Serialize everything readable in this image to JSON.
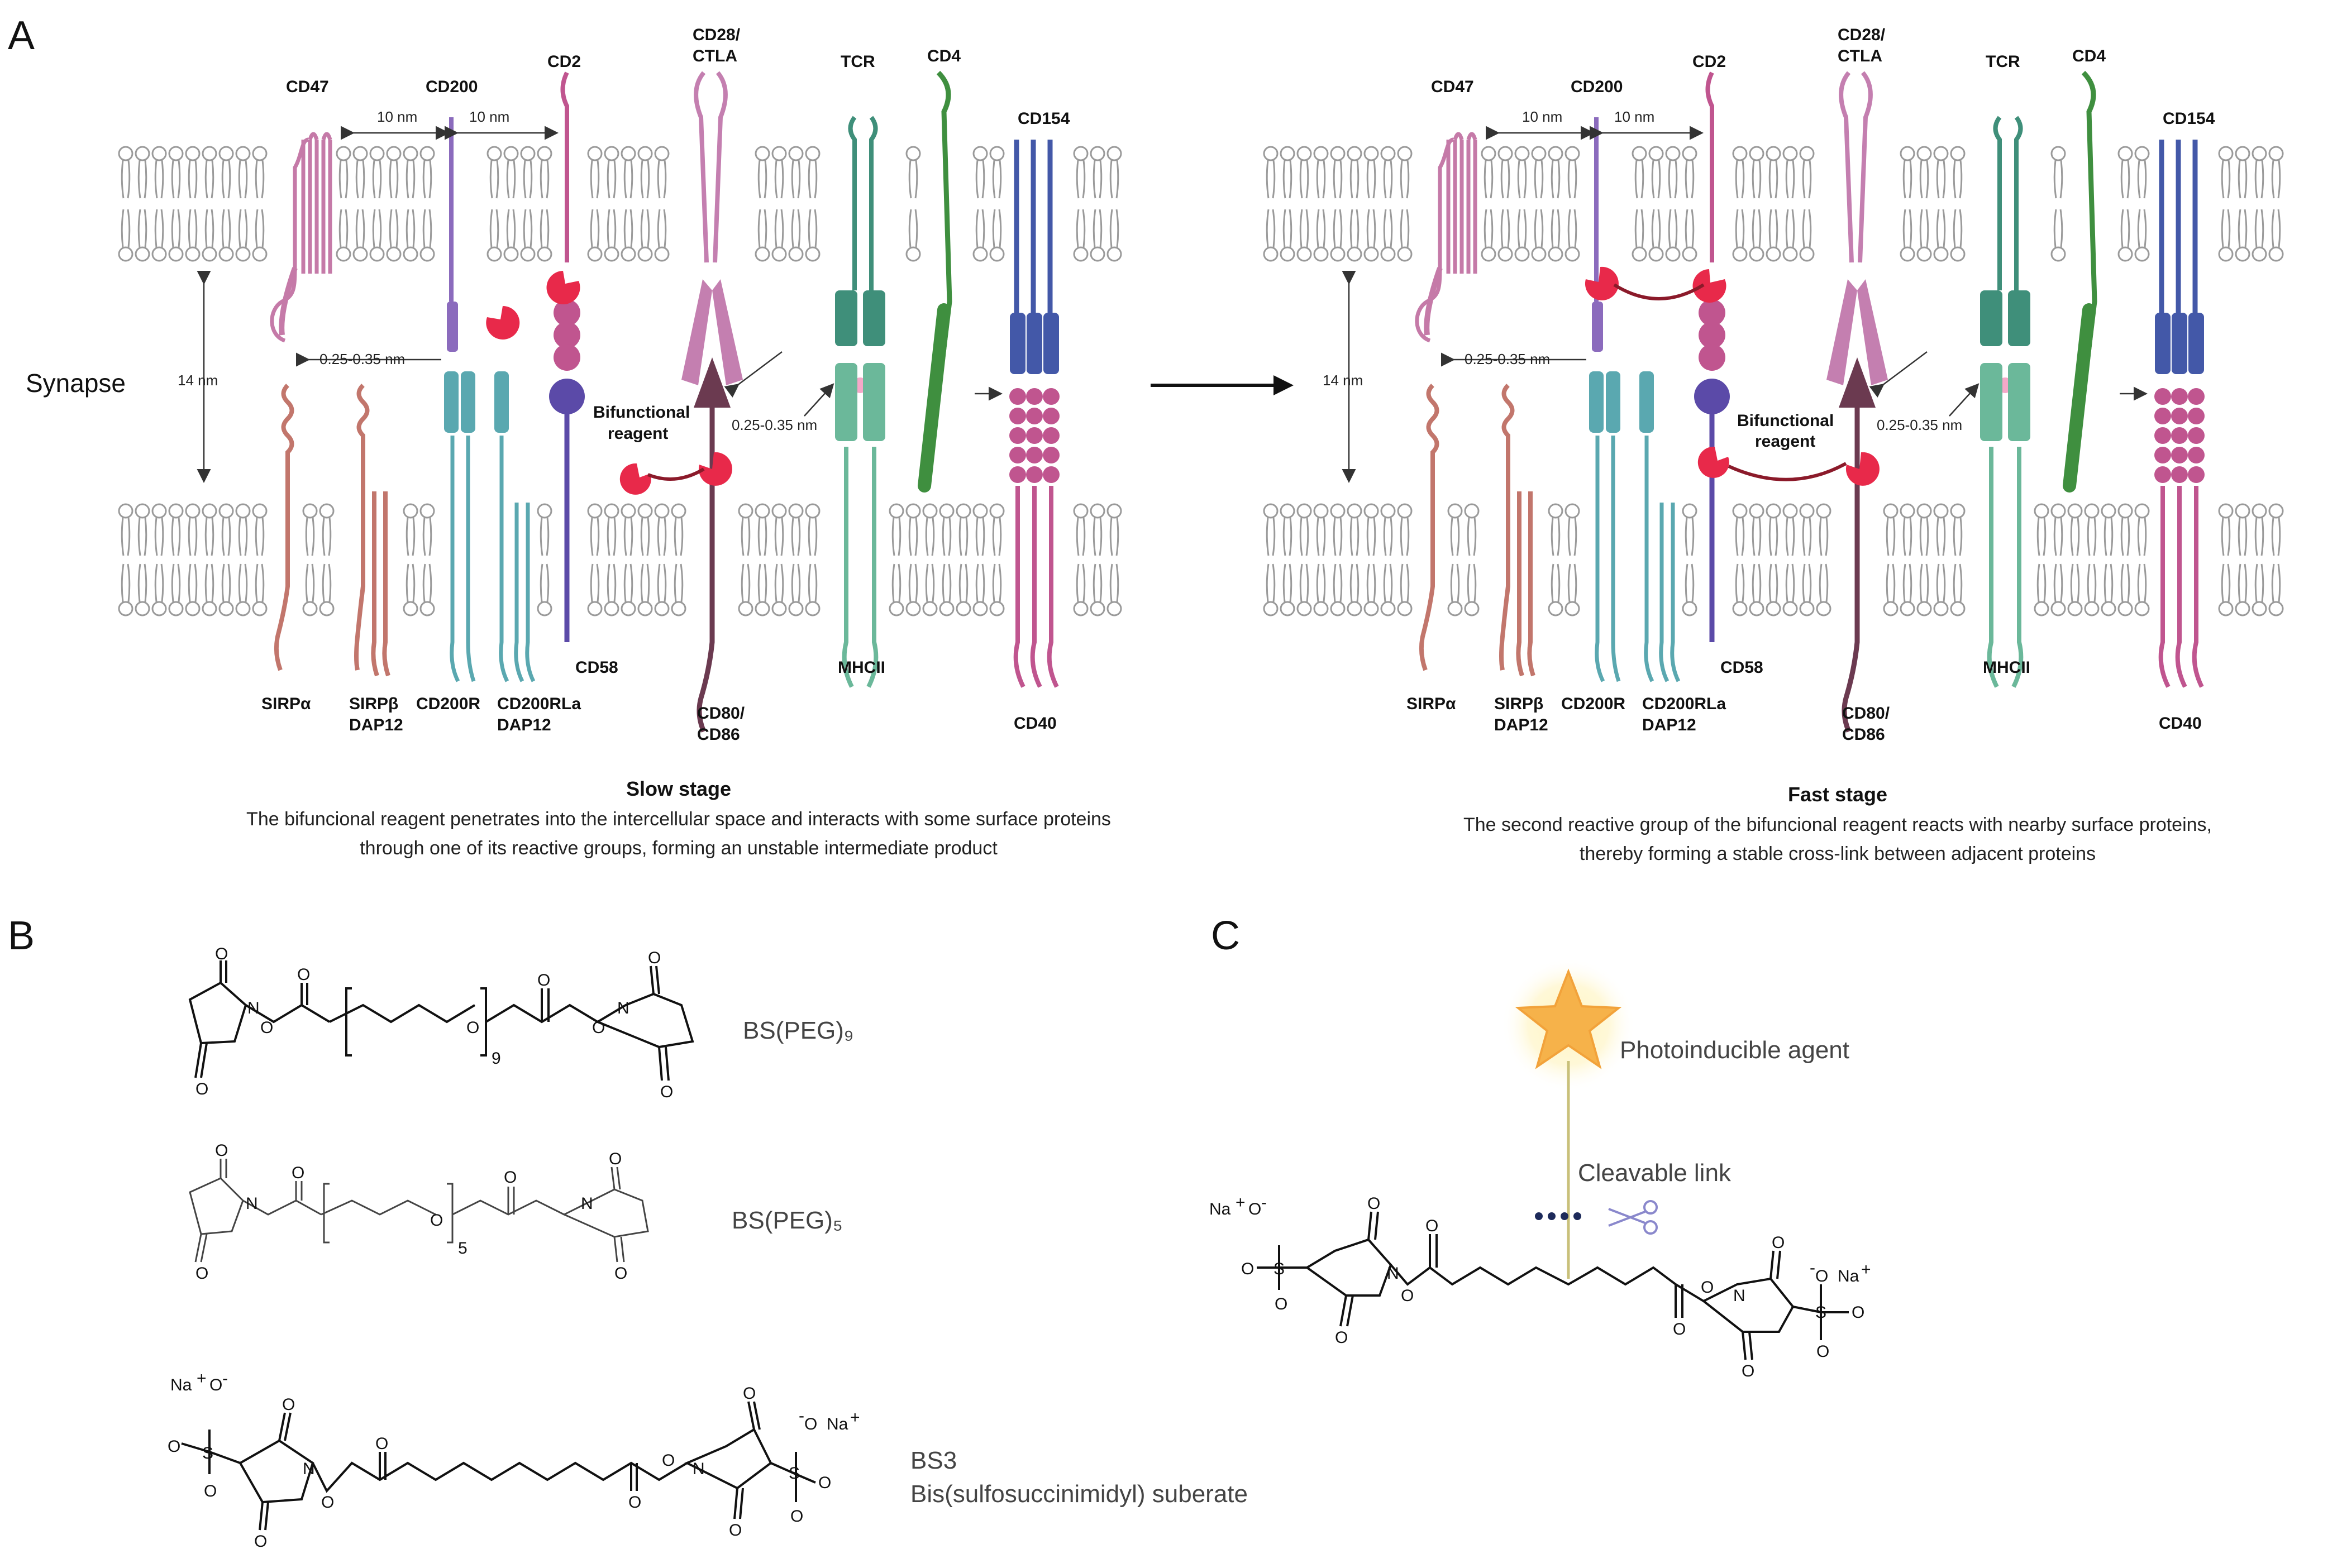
{
  "panels": {
    "A": {
      "label": "A",
      "synapse_label": "Synapse",
      "left": {
        "proteins": {
          "cd47": "CD47",
          "cd200": "CD200",
          "cd2": "CD2",
          "cd28": [
            "CD28/",
            "CTLA"
          ],
          "tcr": "TCR",
          "cd4": "CD4",
          "cd154": "CD154",
          "sirpa": "SIRPα",
          "sirpb": [
            "SIRPβ",
            "DAP12"
          ],
          "cd200r": "CD200R",
          "cd200rla": [
            "CD200RLa",
            "DAP12"
          ],
          "cd58": "CD58",
          "cd80": [
            "CD80/",
            "CD86"
          ],
          "mhcii": "MHCII",
          "cd40": "CD40"
        },
        "dims": {
          "d10a": "10 nm",
          "d10b": "10 nm",
          "d14": "14 nm",
          "d025a": "0.25-0.35 nm",
          "d025b": "0.25-0.35 nm"
        },
        "reagent": [
          "Bifunctional",
          "reagent"
        ],
        "stage_title": "Slow stage",
        "stage_text": [
          "The bifuncional reagent penetrates into the intercellular space and interacts with some surface proteins",
          "through one of its reactive groups, forming an unstable intermediate product"
        ]
      },
      "right": {
        "proteins": {
          "cd47": "CD47",
          "cd200": "CD200",
          "cd2": "CD2",
          "cd28": [
            "CD28/",
            "CTLA"
          ],
          "tcr": "TCR",
          "cd4": "CD4",
          "cd154": "CD154",
          "sirpa": "SIRPα",
          "sirpb": [
            "SIRPβ",
            "DAP12"
          ],
          "cd200r": "CD200R",
          "cd200rla": [
            "CD200RLa",
            "DAP12"
          ],
          "cd58": "CD58",
          "cd80": [
            "CD80/",
            "CD86"
          ],
          "mhcii": "MHCII",
          "cd40": "CD40"
        },
        "dims": {
          "d10a": "10 nm",
          "d10b": "10 nm",
          "d14": "14 nm",
          "d025a": "0.25-0.35 nm",
          "d025b": "0.25-0.35 nm"
        },
        "reagent": [
          "Bifunctional",
          "reagent"
        ],
        "stage_title": "Fast stage",
        "stage_text": [
          "The second reactive group of the bifuncional reagent reacts with nearby surface proteins,",
          "thereby forming a stable cross-link between adjacent proteins"
        ]
      }
    },
    "B": {
      "label": "B",
      "compounds": [
        {
          "name": "BS(PEG)₉",
          "repeat": "9"
        },
        {
          "name": "BS(PEG)₅",
          "repeat": "5"
        },
        {
          "name": [
            "BS3",
            "Bis(sulfosuccinimidyl) suberate"
          ]
        }
      ]
    },
    "C": {
      "label": "C",
      "agent_label": "Photoinducible agent",
      "link_label": "Cleavable link"
    },
    "atoms": {
      "O": "O",
      "N": "N",
      "S": "S",
      "Na": "Na",
      "plus": "+",
      "minus": "-"
    }
  },
  "colors": {
    "lipid": "#9a9a9a",
    "cd47": "#c57aa8",
    "cd200": "#8b6bbd",
    "cd2": "#c0558f",
    "cd28": "#c47fb0",
    "tcr": "#3f8f7a",
    "cd4": "#3f8f3f",
    "cd154": "#4358a8",
    "cd40": "#c0558f",
    "sirp": "#c2766c",
    "cd200r": "#5aa8b0",
    "cd58": "#5b4aa8",
    "cd80": "#6b3a50",
    "mhc": "#6bb89a",
    "reagent": "#e8294a",
    "linker": "#8b1a2a",
    "star": "#f6b24a"
  }
}
